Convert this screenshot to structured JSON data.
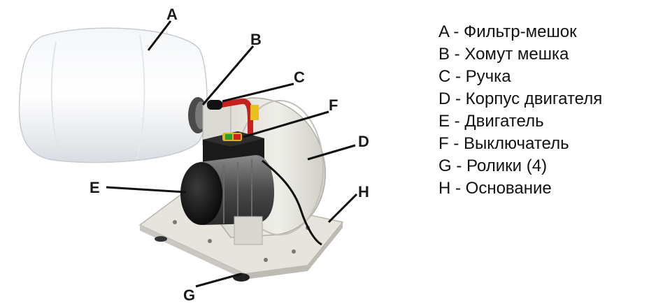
{
  "callouts": {
    "a": "A",
    "b": "B",
    "c": "C",
    "d": "D",
    "e": "E",
    "f": "F",
    "g": "G",
    "h": "H"
  },
  "legend": [
    "A - Фильтр-мешок",
    "B - Хомут мешка",
    "C - Ручка",
    "D - Корпус двигателя",
    "E - Двигатель",
    "F - Выключатель",
    "G - Ролики (4)",
    "H - Основание"
  ]
}
